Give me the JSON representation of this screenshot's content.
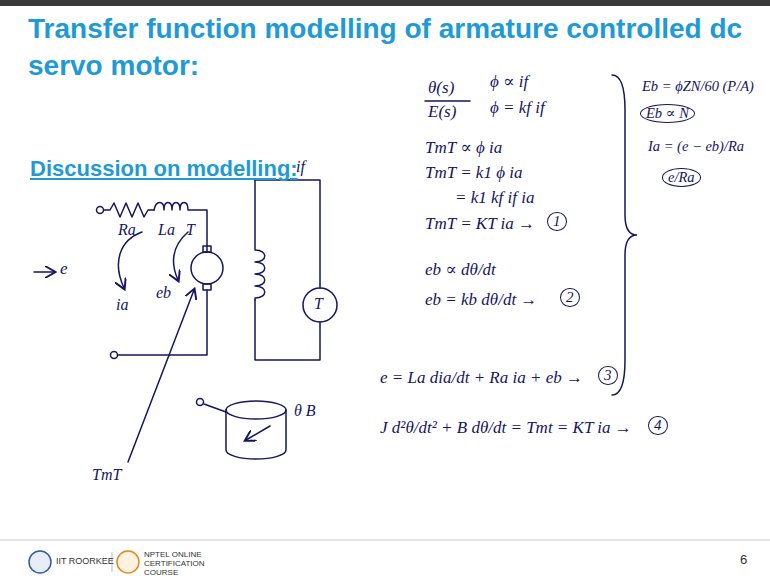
{
  "diagram": {
    "title": "Transfer function modelling of armature controlled dc servo motor:",
    "labels": [
      "Discussion on modelling:",
      "θ(s)",
      "E(s)",
      "ϕ ∝ if",
      "ϕ = kf if",
      "Eb = ϕZN/60 (P/A)",
      "Eb ∝ N",
      "Ia = (e − eb)/Ra",
      "e/Ra",
      "if",
      "Ra",
      "La",
      "T",
      "e",
      "ia",
      "eb",
      "T",
      "TmT ∝ ϕ ia",
      "TmT = k1 ϕ ia",
      "= k1 kf if ia",
      "TmT = KT ia →",
      "1",
      "eb ∝ dθ/dt",
      "eb = kb dθ/dt →",
      "2",
      "TmT",
      "e = La dia/dt + Ra ia + eb →",
      "3",
      "θ B",
      "J d²θ/dt² + B dθ/dt = Tmt = KT ia →",
      "4",
      "IIT ROORKEE",
      "NPTEL ONLINE CERTIFICATION COURSE",
      "6"
    ]
  }
}
